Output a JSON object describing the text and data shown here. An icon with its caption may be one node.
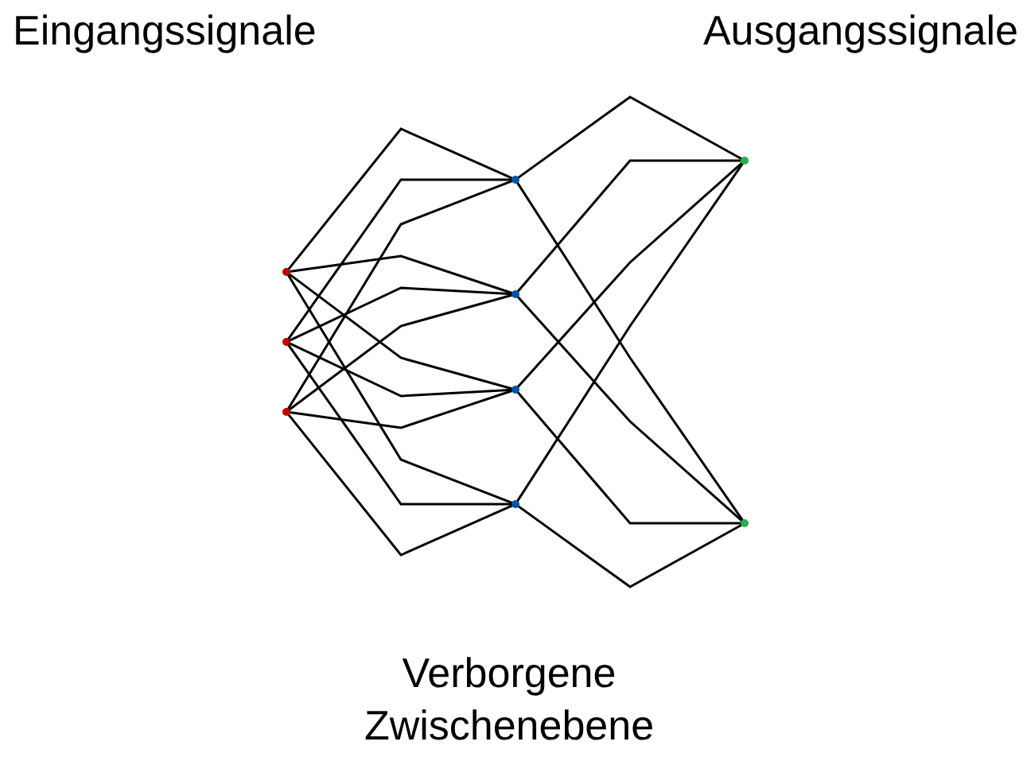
{
  "diagram": {
    "nodes": [
      {
        "text": [],
        "shape": "circle"
      },
      {
        "text": [],
        "shape": "circle"
      },
      {
        "text": [],
        "shape": "circle"
      },
      {
        "text": [],
        "shape": "circle"
      },
      {
        "text": [],
        "shape": "circle"
      },
      {
        "text": [],
        "shape": "circle"
      },
      {
        "text": [],
        "shape": "circle"
      },
      {
        "text": [],
        "shape": "circle"
      },
      {
        "text": [],
        "shape": "circle"
      }
    ],
    "edges": [
      {
        "from": 0,
        "to": 3,
        "arrow": "none"
      },
      {
        "from": 0,
        "to": 4,
        "arrow": "none"
      },
      {
        "from": 0,
        "to": 5,
        "arrow": "none"
      },
      {
        "from": 0,
        "to": 6,
        "arrow": "none"
      },
      {
        "from": 1,
        "to": 3,
        "arrow": "none"
      },
      {
        "from": 1,
        "to": 4,
        "arrow": "none"
      },
      {
        "from": 1,
        "to": 5,
        "arrow": "none"
      },
      {
        "from": 1,
        "to": 6,
        "arrow": "none"
      },
      {
        "from": 2,
        "to": 3,
        "arrow": "none"
      },
      {
        "from": 2,
        "to": 4,
        "arrow": "none"
      },
      {
        "from": 2,
        "to": 5,
        "arrow": "none"
      },
      {
        "from": 2,
        "to": 6,
        "arrow": "none"
      },
      {
        "from": 3,
        "to": 7,
        "arrow": "none"
      },
      {
        "from": 3,
        "to": 8,
        "arrow": "none"
      },
      {
        "from": 4,
        "to": 7,
        "arrow": "none"
      },
      {
        "from": 4,
        "to": 8,
        "arrow": "none"
      },
      {
        "from": 5,
        "to": 7,
        "arrow": "none"
      },
      {
        "from": 5,
        "to": 8,
        "arrow": "none"
      },
      {
        "from": 6,
        "to": 7,
        "arrow": "none"
      },
      {
        "from": 6,
        "to": 8,
        "arrow": "none"
      }
    ],
    "labels": [
      "Eingangssignale",
      "Ausgangssignale",
      "Verborgene Zwischenebene"
    ]
  }
}
